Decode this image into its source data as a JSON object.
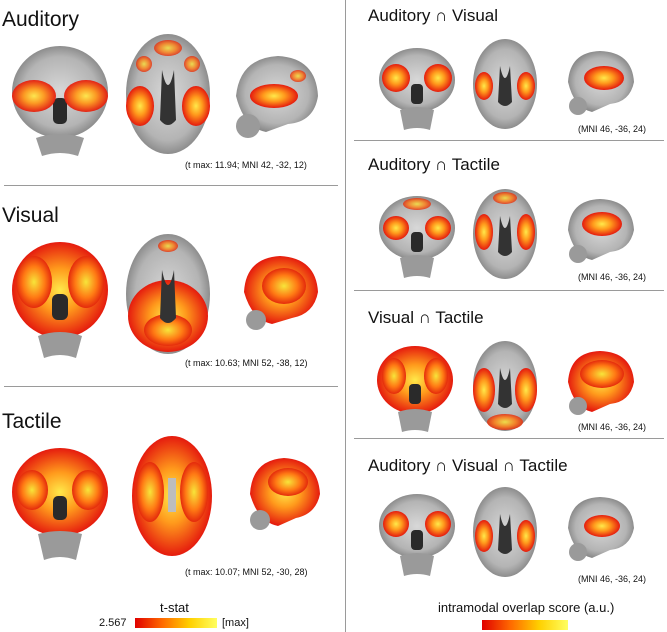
{
  "left_panels": [
    {
      "title": "Auditory",
      "caption": "(t max: 11.94; MNI 42, -32, 12)"
    },
    {
      "title": "Visual",
      "caption": "(t max: 10.63; MNI 52, -38, 12)"
    },
    {
      "title": "Tactile",
      "caption": "(t max: 10.07; MNI 52, -30, 28)"
    }
  ],
  "right_panels": [
    {
      "title": "Auditory ∩ Visual",
      "caption": "(MNI 46, -36, 24)"
    },
    {
      "title": "Auditory ∩ Tactile",
      "caption": "(MNI 46, -36, 24)"
    },
    {
      "title": "Visual ∩ Tactile",
      "caption": "(MNI 46, -36, 24)"
    },
    {
      "title": "Auditory ∩ Visual ∩ Tactile",
      "caption": "(MNI 46, -36, 24)"
    }
  ],
  "colorbars": {
    "left": {
      "title": "t-stat",
      "min_label": "2.567",
      "max_label": "[max]"
    },
    "right": {
      "title": "intramodal overlap score (a.u.)"
    }
  },
  "colors": {
    "low": "#e00000",
    "mid": "#ff6a00",
    "high": "#ffff60",
    "divider": "#9a9a9a"
  }
}
